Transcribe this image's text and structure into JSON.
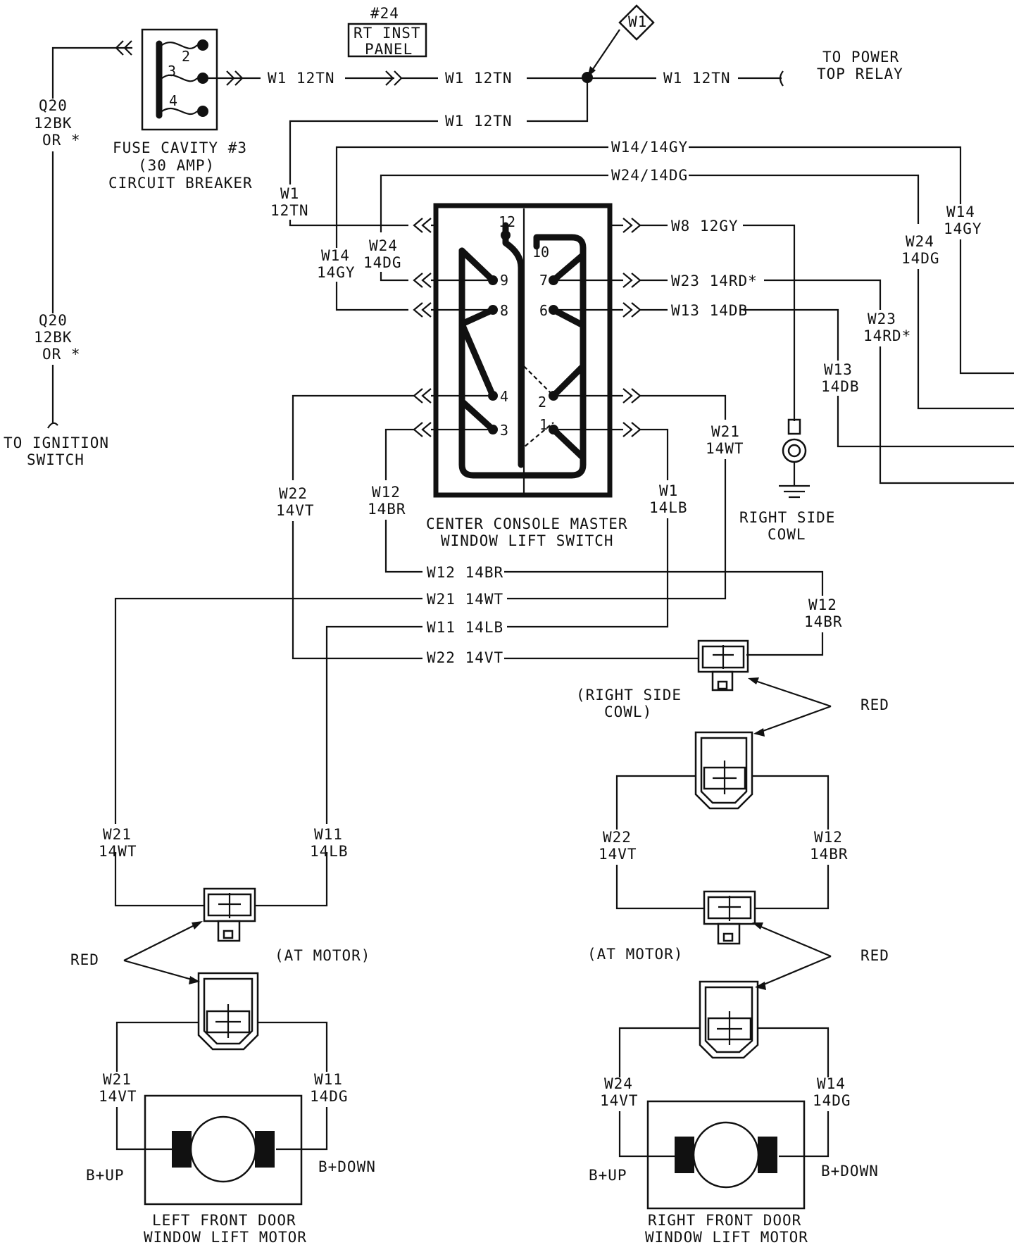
{
  "top": {
    "fuse_label": [
      "FUSE CAVITY #3",
      "(30 AMP)",
      "CIRCUIT BREAKER"
    ],
    "fuse_pins": [
      "2",
      "3",
      "4"
    ],
    "panel_ref": "#24",
    "panel_label": [
      "RT INST",
      "PANEL"
    ],
    "splice_label": "W1",
    "to_power_top": [
      "TO POWER",
      "TOP RELAY"
    ],
    "to_ignition": [
      "TO IGNITION",
      "SWITCH"
    ]
  },
  "switch": {
    "label": [
      "CENTER CONSOLE MASTER",
      "WINDOW LIFT SWITCH"
    ],
    "pins": [
      "12",
      "10",
      "9",
      "7",
      "8",
      "6",
      "4",
      "2",
      "3",
      "1"
    ]
  },
  "ground": {
    "label": [
      "RIGHT SIDE",
      "COWL"
    ]
  },
  "wires": {
    "q20_top": [
      "Q20",
      "12BK",
      "OR *"
    ],
    "q20_bottom": [
      "Q20",
      "12BK",
      "OR *"
    ],
    "w1_12tn_a": "W1 12TN",
    "w1_12tn_b": "W1 12TN",
    "w1_12tn_c": "W1 12TN",
    "w1_12tn_d": "W1 12TN",
    "w1_12tn_vert": [
      "W1",
      "12TN"
    ],
    "w14_14gy": "W14/14GY",
    "w24_14dg": "W24/14DG",
    "w8_12gy": "W8 12GY",
    "w23_14rd": "W23 14RD*",
    "w13_14db": "W13 14DB",
    "w14_gy_left": [
      "W14",
      "14GY"
    ],
    "w24_dg_left": [
      "W24",
      "14DG"
    ],
    "w14_gy_right": [
      "W14",
      "14GY"
    ],
    "w24_dg_right": [
      "W24",
      "14DG"
    ],
    "w23_rd_right": [
      "W23",
      "14RD*"
    ],
    "w13_db_right": [
      "W13",
      "14DB"
    ],
    "w21_wt_sw": [
      "W21",
      "14WT"
    ],
    "w22_vt_sw": [
      "W22",
      "14VT"
    ],
    "w12_br_sw": [
      "W12",
      "14BR"
    ],
    "w1_lb_sw": [
      "W1",
      "14LB"
    ],
    "w12_14br_h": "W12 14BR",
    "w21_14wt_h": "W21 14WT",
    "w11_14lb_h": "W11 14LB",
    "w22_14vt_h": "W22 14VT",
    "w12_br_rc": [
      "W12",
      "14BR"
    ],
    "w21_wt_lm": [
      "W21",
      "14WT"
    ],
    "w11_lb_lm": [
      "W11",
      "14LB"
    ],
    "w21_vt_lm": [
      "W21",
      "14VT"
    ],
    "w11_dg_lm": [
      "W11",
      "14DG"
    ],
    "w22_vt_rc": [
      "W22",
      "14VT"
    ],
    "w12_br_rc2": [
      "W12",
      "14BR"
    ],
    "w24_vt_rm": [
      "W24",
      "14VT"
    ],
    "w14_dg_rm": [
      "W14",
      "14DG"
    ]
  },
  "connectors": {
    "right_cowl": [
      "(RIGHT SIDE",
      "COWL)"
    ],
    "at_motor_left": "(AT MOTOR)",
    "at_motor_right": "(AT MOTOR)",
    "red_1": "RED",
    "red_2": "RED",
    "red_3": "RED"
  },
  "motors": {
    "left": {
      "label": [
        "LEFT FRONT DOOR",
        "WINDOW LIFT MOTOR"
      ],
      "up": "B+UP",
      "down": "B+DOWN"
    },
    "right": {
      "label": [
        "RIGHT FRONT DOOR",
        "WINDOW LIFT MOTOR"
      ],
      "up": "B+UP",
      "down": "B+DOWN"
    }
  }
}
